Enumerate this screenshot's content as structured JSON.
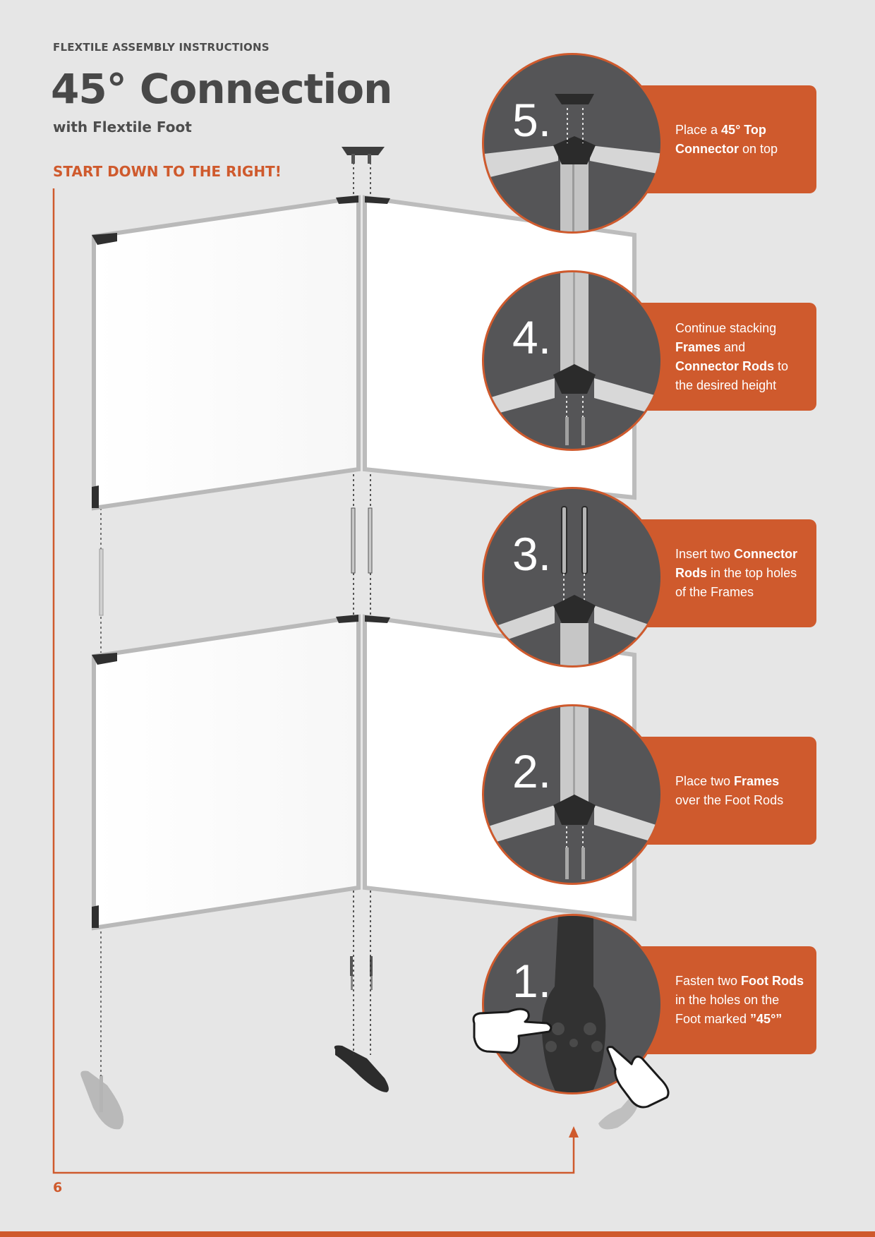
{
  "header": {
    "label": "FLEXTILE ASSEMBLY INSTRUCTIONS",
    "title": "45° Connection",
    "subtitle": "with Flextile Foot"
  },
  "start_label": "START DOWN TO THE RIGHT!",
  "page_number": "6",
  "colors": {
    "accent": "#cf5a2d",
    "background": "#e6e6e6",
    "circle": "#555557",
    "text": "#484848"
  },
  "steps": [
    {
      "number": "5.",
      "parts": [
        {
          "text": "Place a ",
          "bold": false
        },
        {
          "text": "45° Top Connector",
          "bold": true
        },
        {
          "text": " on top",
          "bold": false
        }
      ],
      "visual": "top-connector"
    },
    {
      "number": "4.",
      "parts": [
        {
          "text": "Continue stacking ",
          "bold": false
        },
        {
          "text": "Frames",
          "bold": true
        },
        {
          "text": " and ",
          "bold": false
        },
        {
          "text": "Connector Rods",
          "bold": true
        },
        {
          "text": " to the desired height",
          "bold": false
        }
      ],
      "visual": "frames-stacked"
    },
    {
      "number": "3.",
      "parts": [
        {
          "text": "Insert two ",
          "bold": false
        },
        {
          "text": "Connector Rods",
          "bold": true
        },
        {
          "text": " in the top holes of the Frames",
          "bold": false
        }
      ],
      "visual": "connector-rods"
    },
    {
      "number": "2.",
      "parts": [
        {
          "text": "Place two ",
          "bold": false
        },
        {
          "text": "Frames",
          "bold": true
        },
        {
          "text": " over the Foot Rods",
          "bold": false
        }
      ],
      "visual": "frames-on-rods"
    },
    {
      "number": "1.",
      "parts": [
        {
          "text": "Fasten two ",
          "bold": false
        },
        {
          "text": "Foot Rods",
          "bold": true
        },
        {
          "text": " in the holes on the Foot marked ",
          "bold": false
        },
        {
          "text": "”45°”",
          "bold": true
        }
      ],
      "visual": "foot-with-hands"
    }
  ]
}
